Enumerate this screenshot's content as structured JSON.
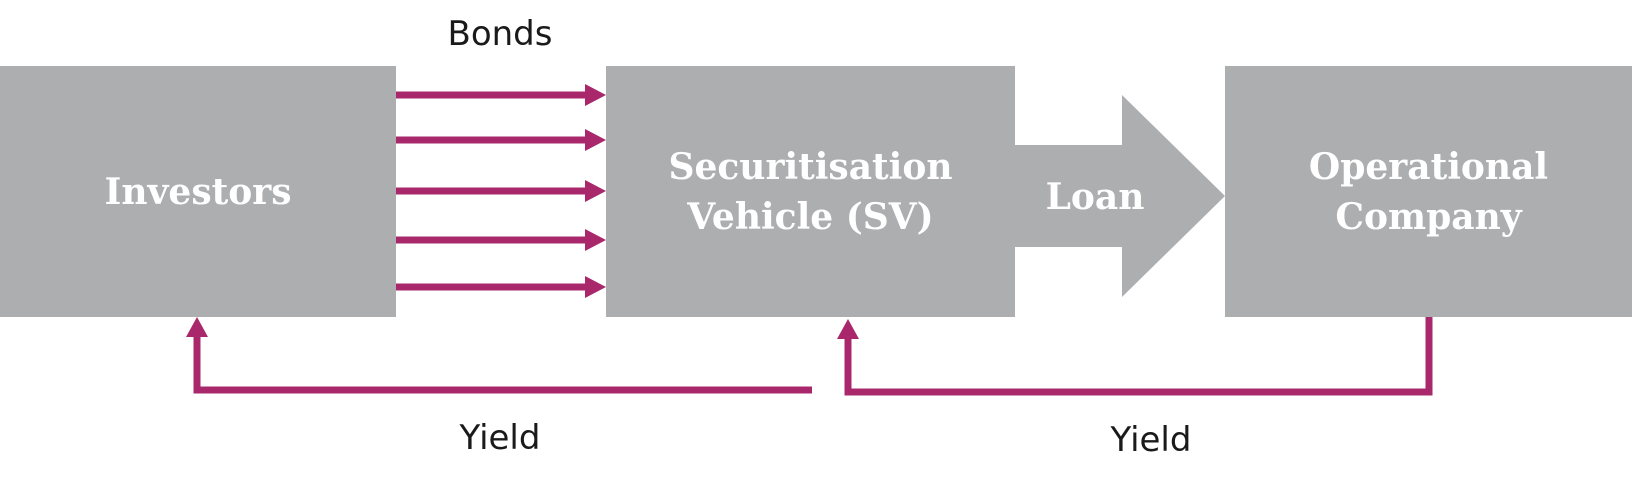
{
  "nodes": {
    "investors": "Investors",
    "sv": "Securitisation\nVehicle (SV)",
    "opco": "Operational\nCompany"
  },
  "flows": {
    "bonds": "Bonds",
    "loan": "Loan",
    "yield_left": "Yield",
    "yield_right": "Yield"
  },
  "colors": {
    "box": "#adaeb0",
    "arrow": "#a8286b",
    "box_text": "#ffffff",
    "label_text": "#1a1a1a"
  }
}
